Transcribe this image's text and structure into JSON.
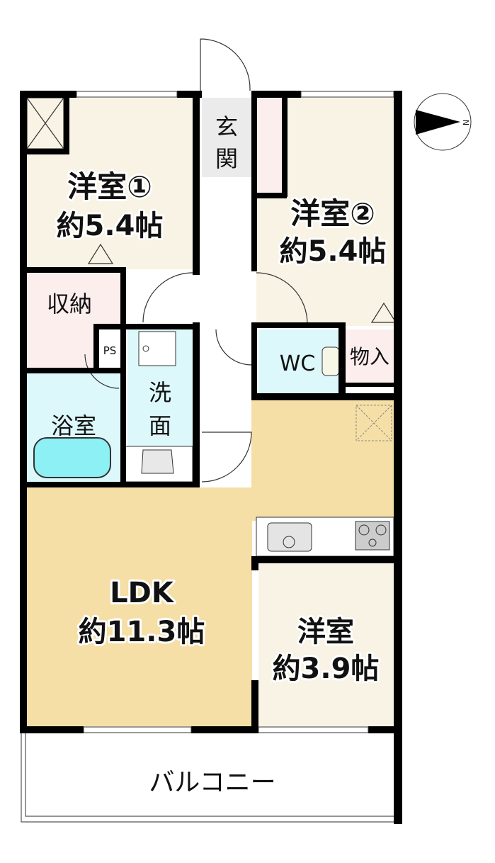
{
  "rooms": {
    "western1": {
      "name": "洋室①",
      "size": "約5.4帖"
    },
    "western2": {
      "name": "洋室②",
      "size": "約5.4帖"
    },
    "western3": {
      "name": "洋室",
      "size": "約3.9帖"
    },
    "ldk": {
      "name": "LDK",
      "size": "約11.3帖"
    },
    "entrance": {
      "name_top": "玄",
      "name_bottom": "関"
    },
    "storage": {
      "name": "収納"
    },
    "ps": {
      "name": "PS"
    },
    "washroom": {
      "name_top": "洗",
      "name_bottom": "面"
    },
    "bath": {
      "name": "浴室"
    },
    "wc": {
      "name": "WC"
    },
    "closet": {
      "name": "物入"
    },
    "balcony": {
      "name": "バルコニー"
    }
  },
  "compass": {
    "label": "N",
    "icon": "north-arrow-icon"
  },
  "colors": {
    "western": "#f8f3e4",
    "ldk": "#f5dfa6",
    "storage": "#fdeeee",
    "wet": "#ddf8fb",
    "entrance": "#ebebeb",
    "tub": "#8cf0f5",
    "wall": "#000000"
  }
}
